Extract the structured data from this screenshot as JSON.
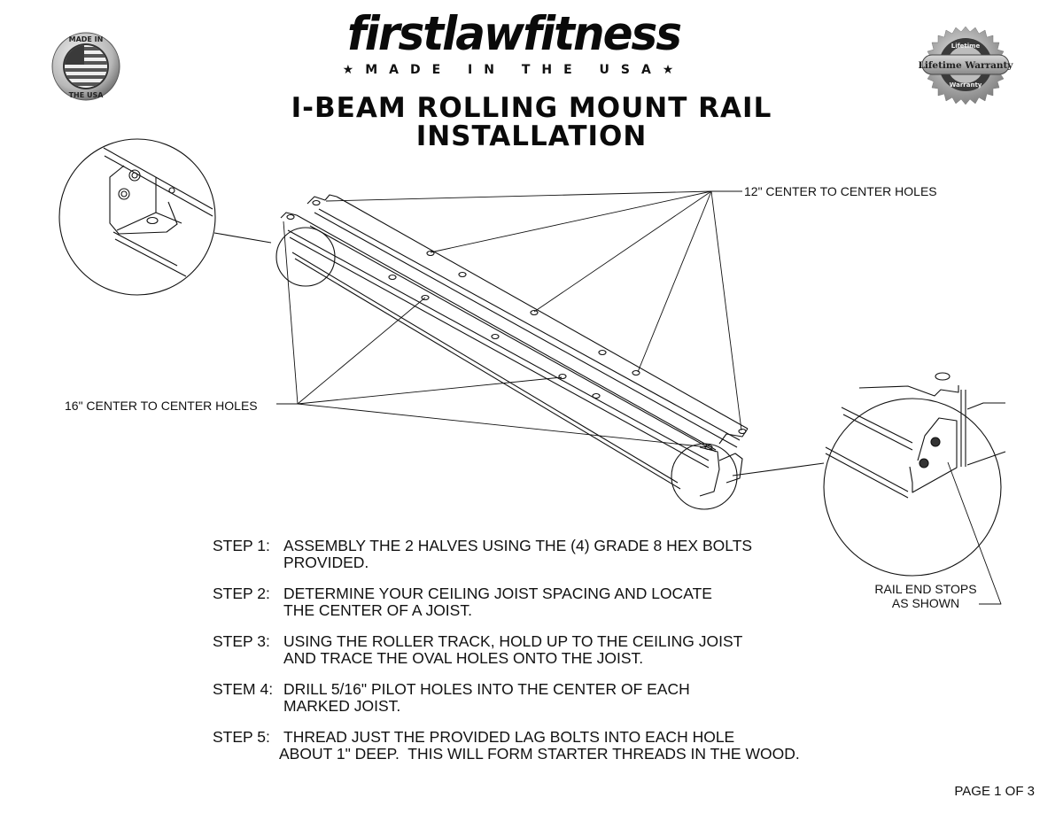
{
  "header": {
    "brand": "firstlawfitness",
    "tagline": "★MADE IN THE USA★",
    "badge_left": {
      "top": "MADE IN",
      "bottom": "THE USA",
      "icon": "us-flag-seal-icon"
    },
    "badge_right": {
      "top": "Lifetime",
      "center": "Lifetime Warranty",
      "bottom": "Warranty",
      "icon": "warranty-seal-icon"
    }
  },
  "title": {
    "line1": "I-BEAM ROLLING MOUNT RAIL",
    "line2": "INSTALLATION"
  },
  "diagram": {
    "callout_12": "12\" CENTER TO CENTER HOLES",
    "callout_16": "16\" CENTER TO CENTER HOLES",
    "callout_stops_line1": "RAIL END STOPS",
    "callout_stops_line2": "AS SHOWN"
  },
  "steps": [
    {
      "label": "STEP 1:",
      "line1": "ASSEMBLY THE 2 HALVES USING THE (4) GRADE 8 HEX BOLTS",
      "line2": "PROVIDED."
    },
    {
      "label": "STEP 2:",
      "line1": "DETERMINE YOUR CEILING JOIST SPACING AND LOCATE",
      "line2": "THE CENTER OF A JOIST."
    },
    {
      "label": "STEP 3:",
      "line1": "USING THE ROLLER TRACK, HOLD UP TO THE CEILING JOIST",
      "line2": "AND TRACE THE OVAL HOLES ONTO THE JOIST."
    },
    {
      "label": "STEM 4:",
      "line1": "DRILL 5/16\" PILOT HOLES INTO THE CENTER OF EACH",
      "line2": "MARKED JOIST."
    },
    {
      "label": "STEP 5:",
      "line1": "THREAD JUST THE PROVIDED LAG BOLTS INTO EACH HOLE",
      "line2": "ABOUT 1\" DEEP.  THIS WILL FORM STARTER THREADS IN THE WOOD."
    }
  ],
  "footer": {
    "page": "PAGE 1 OF 3"
  }
}
